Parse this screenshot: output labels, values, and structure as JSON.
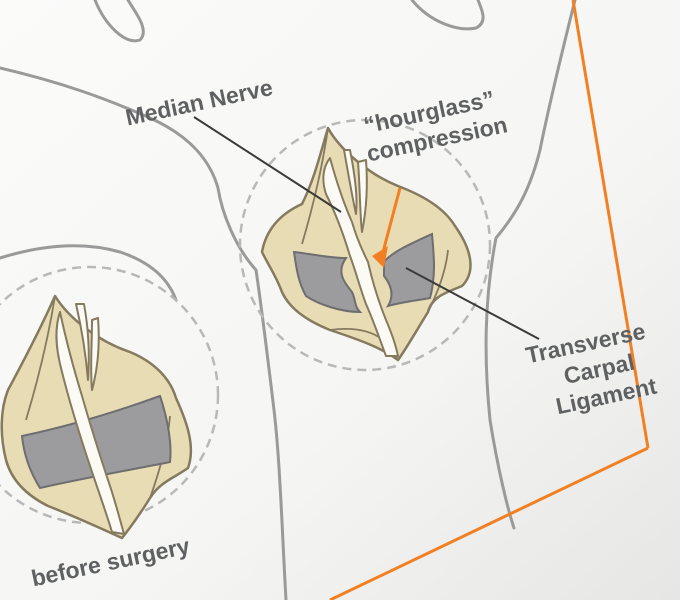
{
  "labels": {
    "median_nerve": "Median Nerve",
    "hourglass_line1": "“hourglass”",
    "hourglass_line2": "compression",
    "ligament_line1": "Transverse",
    "ligament_line2": "Carpal",
    "ligament_line3": "Ligament",
    "before_surgery": "before surgery"
  },
  "colors": {
    "paper": "#f7f7f5",
    "page_shadow": "#d8d8d6",
    "outline": "#9a9a9a",
    "tissue": "#e8dcb5",
    "tissue_edge": "#857a5f",
    "ligament": "#9c9c9e",
    "nerve": "#fbfaf4",
    "accent": "#f28023",
    "label": "#5f6062",
    "leader": "#3a3a3a"
  }
}
